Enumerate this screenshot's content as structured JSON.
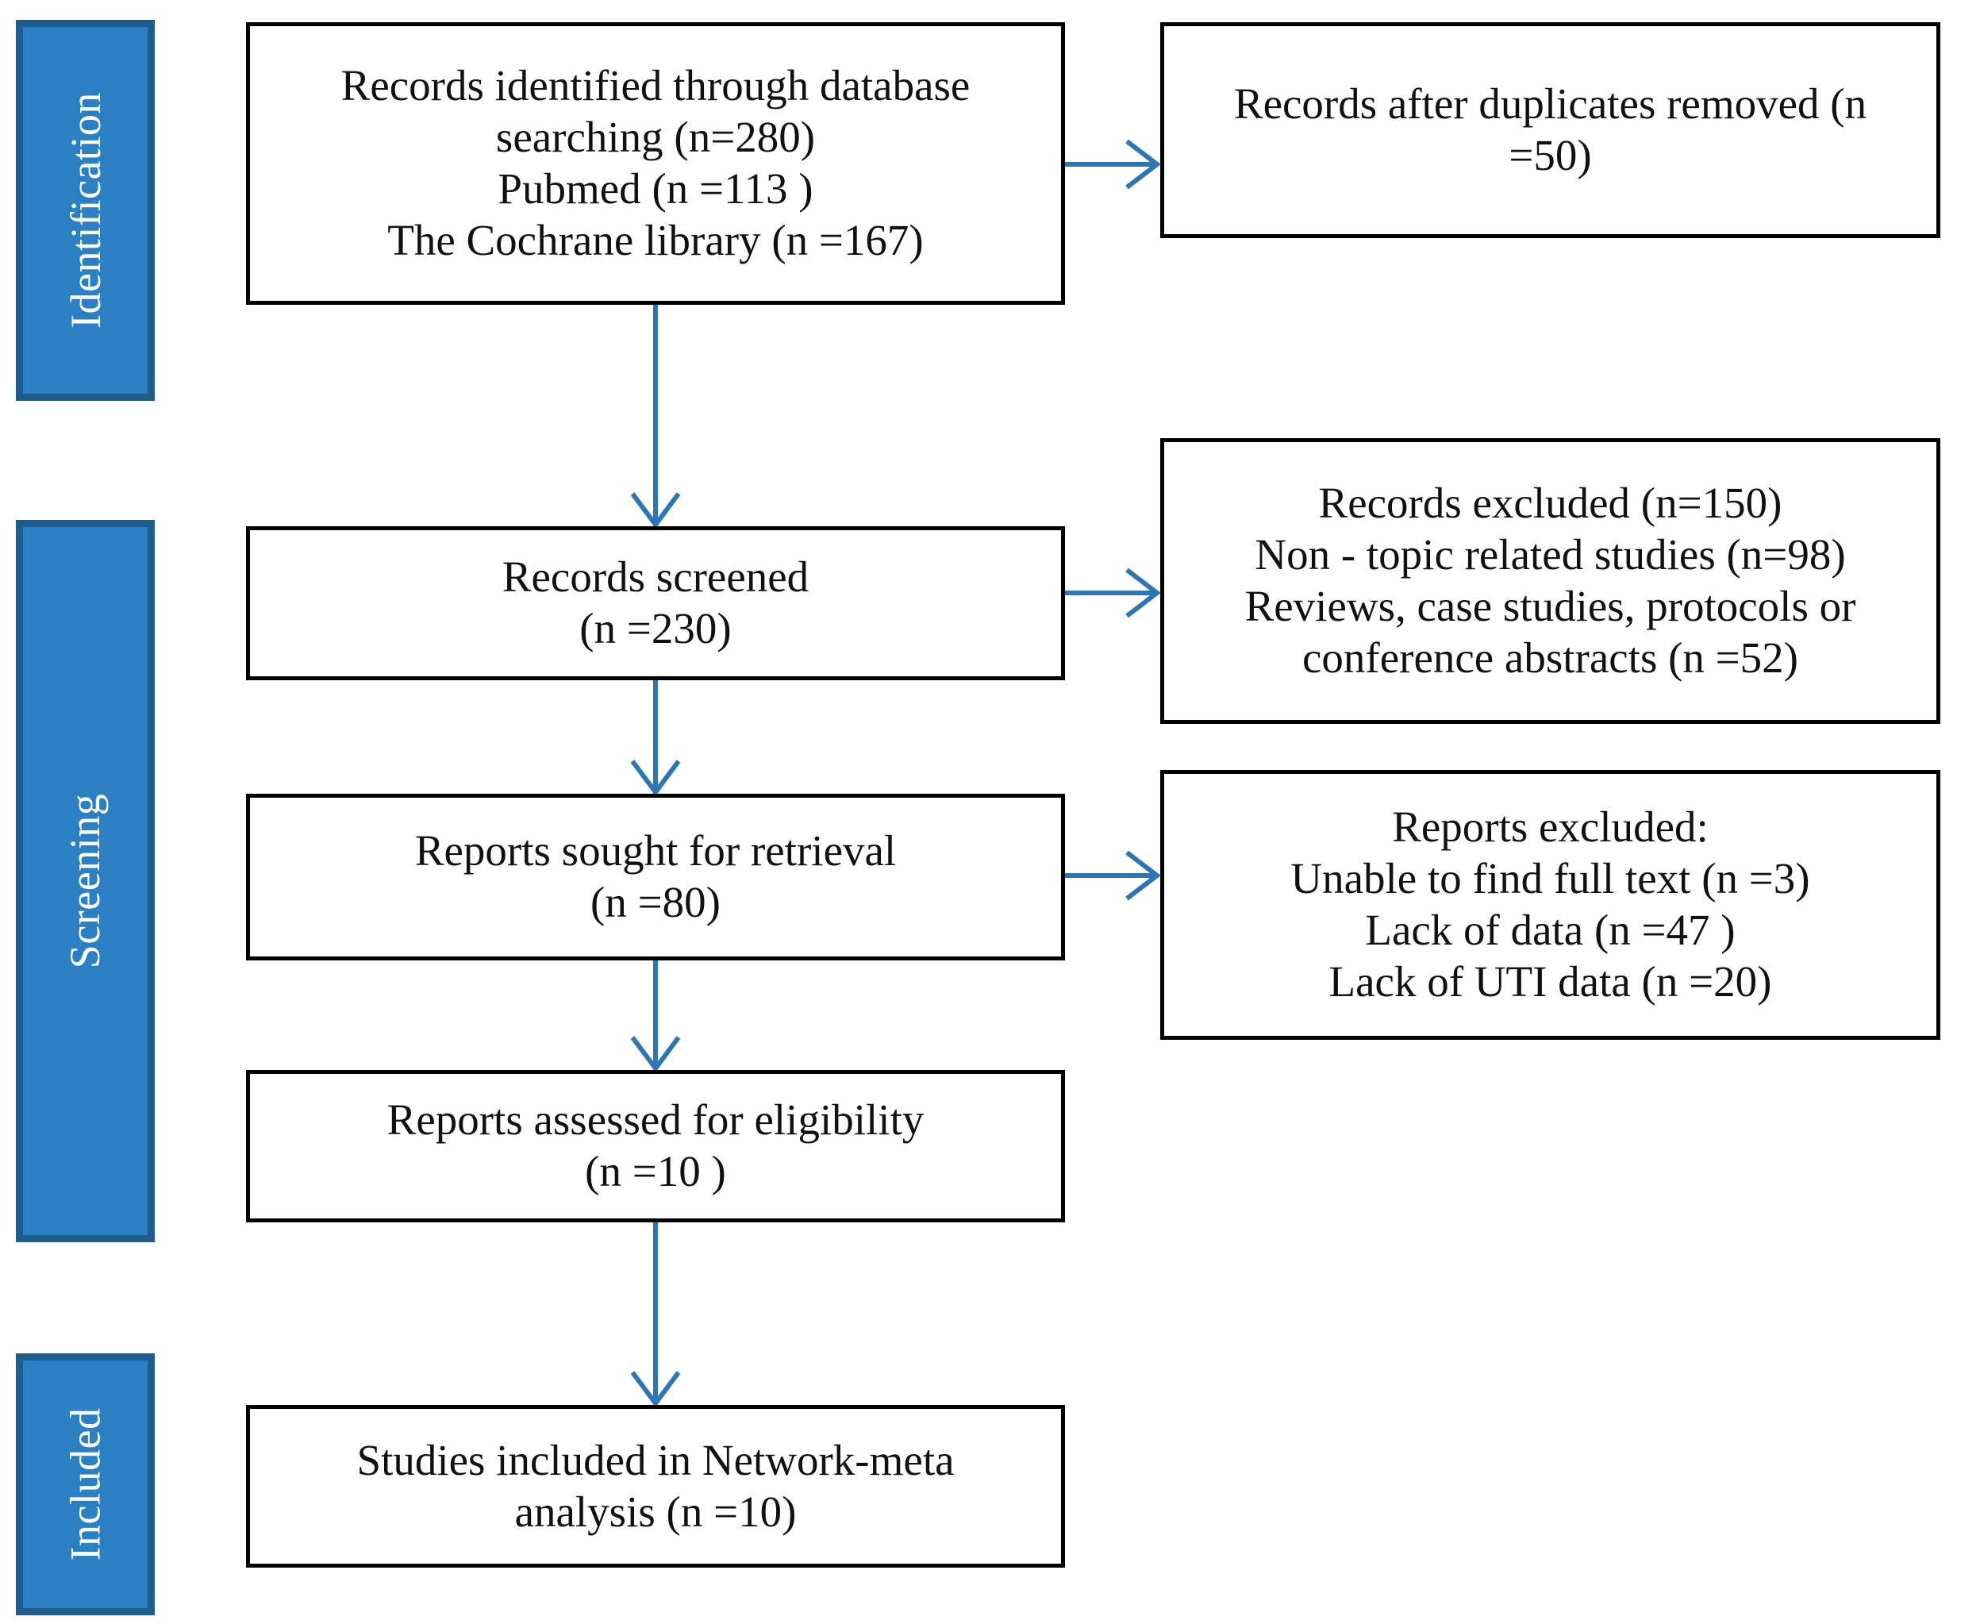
{
  "diagram": {
    "type": "prisma-flow-diagram",
    "title": "PRISMA study selection flow diagram",
    "accent_color": "#2B80C4",
    "band_border_color": "#1D5C8C",
    "arrow_color": "#2E75B6",
    "box_border_color": "#000000",
    "stages": [
      {
        "id": "identification",
        "label": "Identification"
      },
      {
        "id": "screening",
        "label": "Screening"
      },
      {
        "id": "included",
        "label": "Included"
      }
    ],
    "boxes": {
      "records_identified": {
        "text": "Records identified through database\nsearching (n=280)\nPubmed (n =113 )\nThe Cochrane library (n =167)",
        "n_total": 280,
        "sources": [
          {
            "name": "Pubmed",
            "n": 113
          },
          {
            "name": "The Cochrane library",
            "n": 167
          }
        ]
      },
      "duplicates_removed": {
        "text": "Records after duplicates removed  (n\n=50)",
        "n": 50
      },
      "records_screened": {
        "text": "Records screened\n(n =230)",
        "n": 230
      },
      "records_excluded": {
        "text": "Records excluded (n=150)\nNon - topic related studies (n=98)\nReviews, case studies, protocols or\nconference abstracts (n =52)",
        "n_total": 150,
        "reasons": [
          {
            "reason": "Non - topic related studies",
            "n": 98
          },
          {
            "reason": "Reviews, case studies, protocols or conference abstracts",
            "n": 52
          }
        ]
      },
      "reports_sought": {
        "text": "Reports sought for retrieval\n(n =80)",
        "n": 80
      },
      "reports_excluded": {
        "text": "Reports excluded:\nUnable to find full text (n =3)\nLack of data (n =47 )\nLack of UTI data (n =20)",
        "reasons": [
          {
            "reason": "Unable to find full text",
            "n": 3
          },
          {
            "reason": "Lack of data",
            "n": 47
          },
          {
            "reason": "Lack of UTI data",
            "n": 20
          }
        ]
      },
      "reports_assessed": {
        "text": "Reports assessed  for eligibility\n(n =10 )",
        "n": 10
      },
      "studies_included": {
        "text": "Studies included in Network-meta\nanalysis (n =10)",
        "n": 10
      }
    }
  }
}
